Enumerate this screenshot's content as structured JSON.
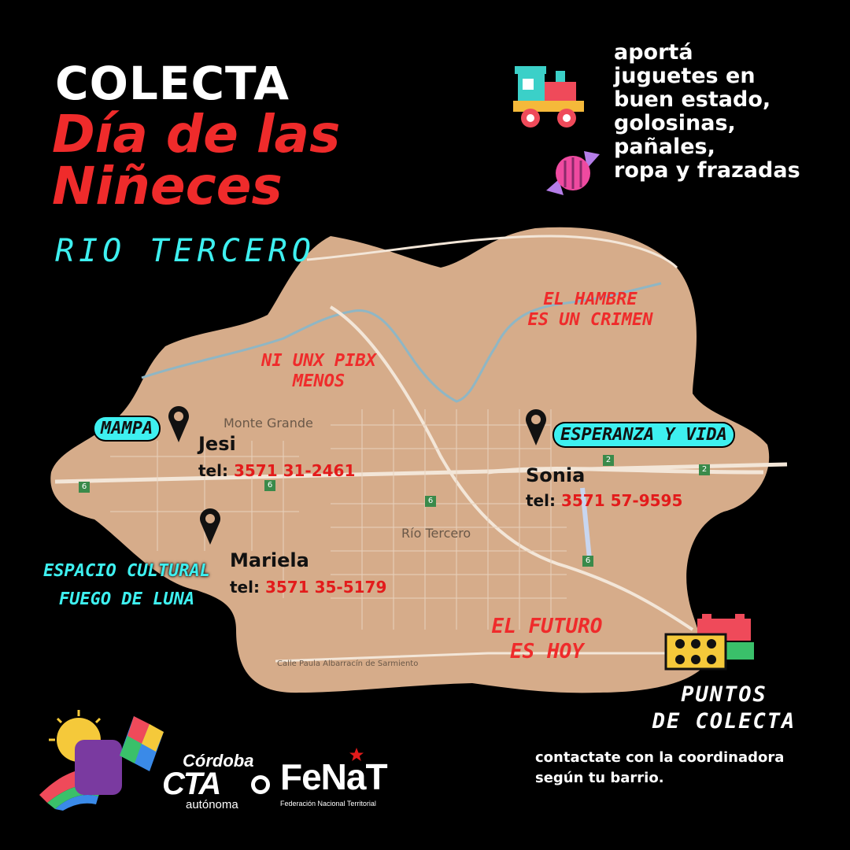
{
  "header": {
    "line1": "COLECTA",
    "line2": "Día de las",
    "line3": "Niñeces",
    "city": "RIO TERCERO"
  },
  "donations": [
    "aportá",
    "juguetes en",
    "buen estado,",
    "golosinas,",
    "pañales,",
    "ropa y frazadas"
  ],
  "slogans": {
    "hambre_1": "EL HAMBRE",
    "hambre_2": "ES UN CRIMEN",
    "pibx_1": "NI UNX PIBX",
    "pibx_2": "MENOS",
    "futuro_1": "EL FUTURO",
    "futuro_2": "ES HOY"
  },
  "points": [
    {
      "place": "MAMPA",
      "name": "Jesi",
      "tel_label": "tel:",
      "tel": "3571 31-2461"
    },
    {
      "place": "ESPERANZA Y VIDA",
      "name": "Sonia",
      "tel_label": "tel:",
      "tel": "3571 57-9595"
    },
    {
      "place_1": "ESPACIO CULTURAL",
      "place_2": "FUEGO DE LUNA",
      "name": "Mariela",
      "tel_label": "tel:",
      "tel": "3571 35-5179"
    }
  ],
  "map_labels": {
    "monte_grande": "Monte Grande",
    "rio_tercero": "Río Tercero",
    "street": "Calle Paula Albarracín de Sarmiento",
    "road_6": "6",
    "road_2": "2"
  },
  "footer": {
    "puntos_1": "PUNTOS",
    "puntos_2": "DE COLECTA",
    "contact_1": "contactate con la coordinadora",
    "contact_2": "según tu barrio.",
    "cta_top": "Córdoba",
    "cta_mid": "CTA",
    "cta_bot": "autónoma",
    "fenat": "FeNaT",
    "fenat_sub": "Federación Nacional Territorial"
  },
  "colors": {
    "accent_red": "#ef2b2b",
    "accent_cyan": "#3ef0f0",
    "map_fill": "#d6ac8a"
  }
}
